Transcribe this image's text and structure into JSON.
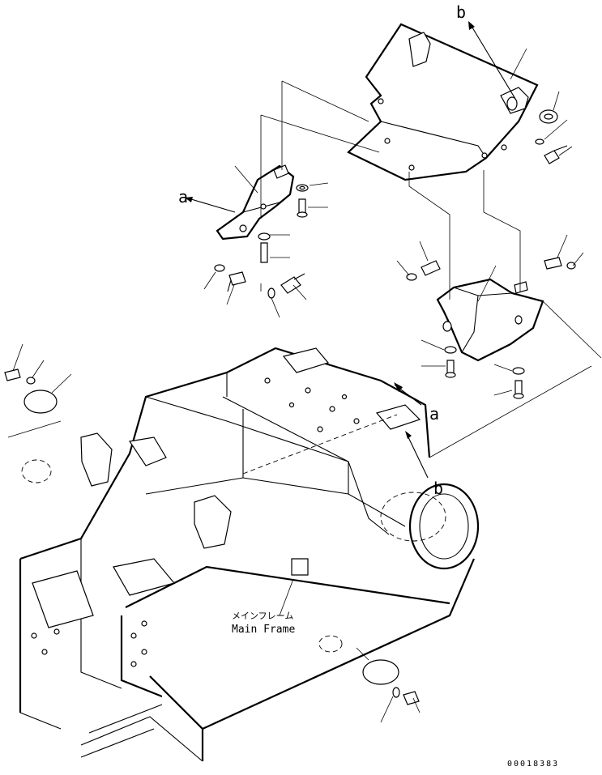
{
  "diagram": {
    "view_labels": {
      "a_upper": "a",
      "a_lower": "a",
      "b_upper": "b",
      "b_lower": "b"
    },
    "frame_label": {
      "japanese": "メインフレーム",
      "english": "Main Frame"
    },
    "drawing_code": "00018383"
  }
}
